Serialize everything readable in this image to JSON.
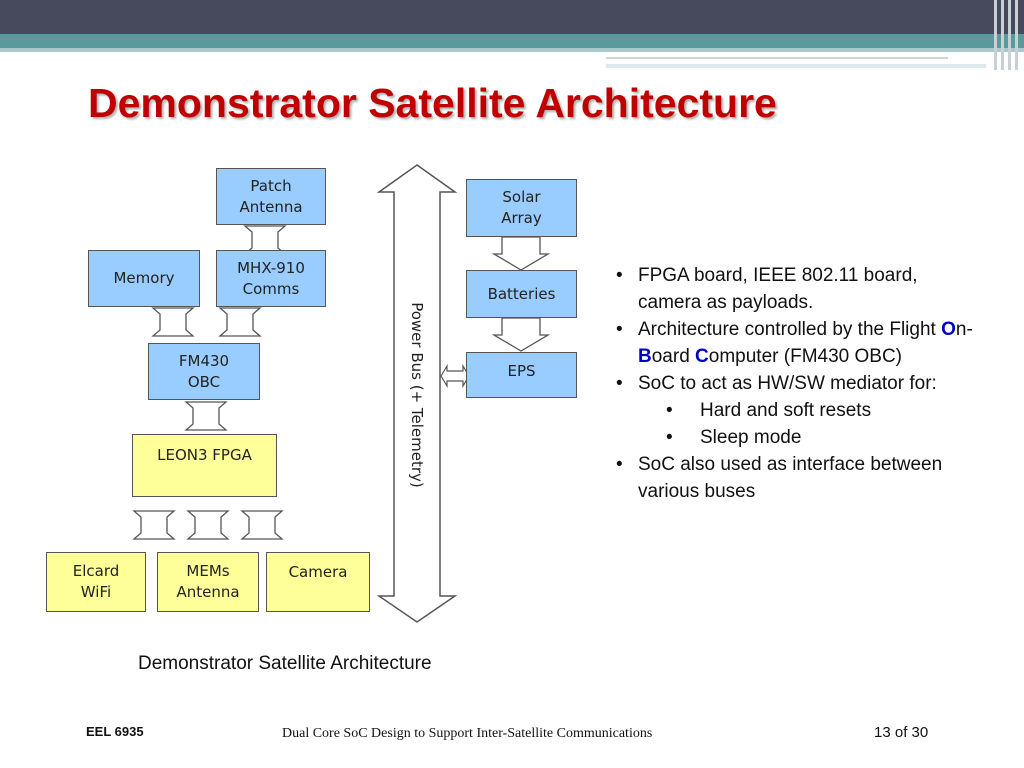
{
  "slide": {
    "title": "Demonstrator Satellite Architecture",
    "caption": "Demonstrator Satellite Architecture"
  },
  "diagram": {
    "blocks": {
      "patch_antenna": "Patch\nAntenna",
      "memory": "Memory",
      "mhx_comms": "MHX-910\nComms",
      "fm430_obc": "FM430\nOBC",
      "leon3_fpga": "LEON3 FPGA",
      "elcard_wifi": "Elcard\nWiFi",
      "mems_antenna": "MEMs\nAntenna",
      "camera": "Camera",
      "solar_array": "Solar\nArray",
      "batteries": "Batteries",
      "eps": "EPS"
    },
    "power_bus_label": "Power Bus (+ Telemetry)",
    "colors": {
      "blue_block": "#99ccff",
      "yellow_block": "#ffff99",
      "title": "#c00000",
      "highlight": "#0000cc"
    }
  },
  "bullets": {
    "b1": "FPGA board, IEEE 802.11 board, camera as payloads.",
    "b2_pre": "Architecture controlled by the Flight ",
    "b2_o": "O",
    "b2_n": "n-",
    "b2_b": "B",
    "b2_oard": "oard ",
    "b2_c": "C",
    "b2_post": "omputer (FM430 OBC)",
    "b3": "SoC to act as HW/SW mediator for:",
    "b3_sub1": "Hard and soft resets",
    "b3_sub2": "Sleep mode",
    "b4": "SoC also used as interface between various buses",
    "bullet_char": "•"
  },
  "footer": {
    "course": "EEL 6935",
    "subtitle": "Dual Core SoC Design to Support Inter-Satellite Communications",
    "page": "13 of 30"
  }
}
